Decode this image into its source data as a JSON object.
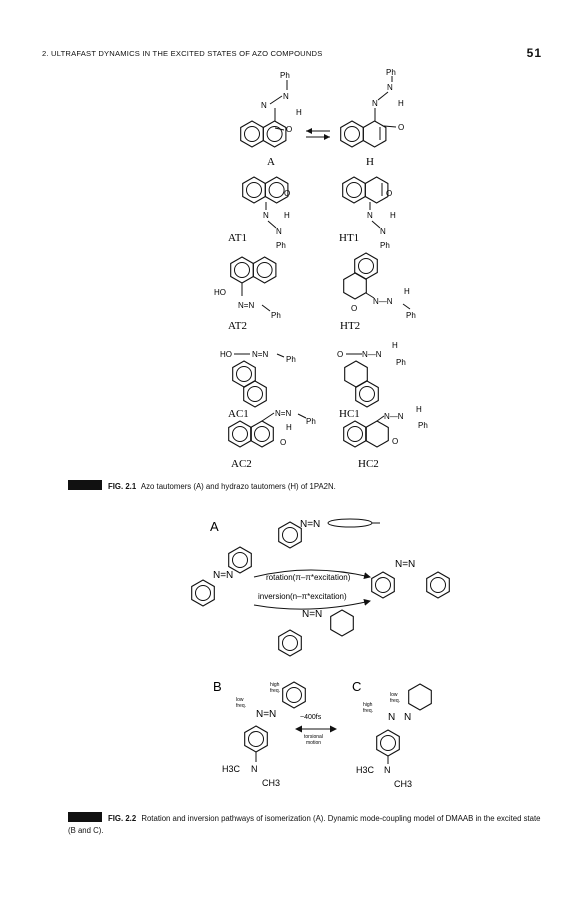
{
  "header": {
    "running_head": "2.  ULTRAFAST DYNAMICS IN THE EXCITED STATES OF AZO COMPOUNDS",
    "page_number": "51"
  },
  "figure1": {
    "tautomers": [
      {
        "label": "A"
      },
      {
        "label": "H"
      },
      {
        "label": "AT1"
      },
      {
        "label": "HT1"
      },
      {
        "label": "AT2"
      },
      {
        "label": "HT2"
      },
      {
        "label": "AC1"
      },
      {
        "label": "HC1"
      },
      {
        "label": "AC2"
      },
      {
        "label": "HC2"
      }
    ],
    "atoms": {
      "ph": "Ph",
      "n": "N",
      "h": "H",
      "o": "O",
      "ho": "HO",
      "neq": "N=N",
      "n_dash": "N—N"
    },
    "caption": {
      "label": "FIG. 2.1",
      "text": "Azo tautomers (A) and hydrazo tautomers (H) of 1PA2N."
    }
  },
  "figure2": {
    "panel_a": {
      "label": "A",
      "rotation": "rotation(π–π*excitation)",
      "inversion": "inversion(n–π*excitation)",
      "neq": "N=N"
    },
    "panel_b": {
      "label": "B",
      "high_freq": [
        "high",
        "freq."
      ],
      "low_freq": [
        "low",
        "freq."
      ],
      "neq": "N=N",
      "n": "N",
      "h3c": "H3C",
      "ch3": "CH3"
    },
    "middle": {
      "time": "~400fs",
      "mode": [
        "torsional",
        "motion"
      ]
    },
    "panel_c": {
      "label": "C",
      "high_freq": [
        "high",
        "freq."
      ],
      "low_freq": [
        "low",
        "freq."
      ],
      "n": "N",
      "h3c": "H3C",
      "ch3": "CH3"
    },
    "caption": {
      "label": "FIG. 2.2",
      "text": "Rotation and inversion pathways of isomerization (A). Dynamic mode-coupling model of DMAAB in the excited state (B and C)."
    }
  }
}
